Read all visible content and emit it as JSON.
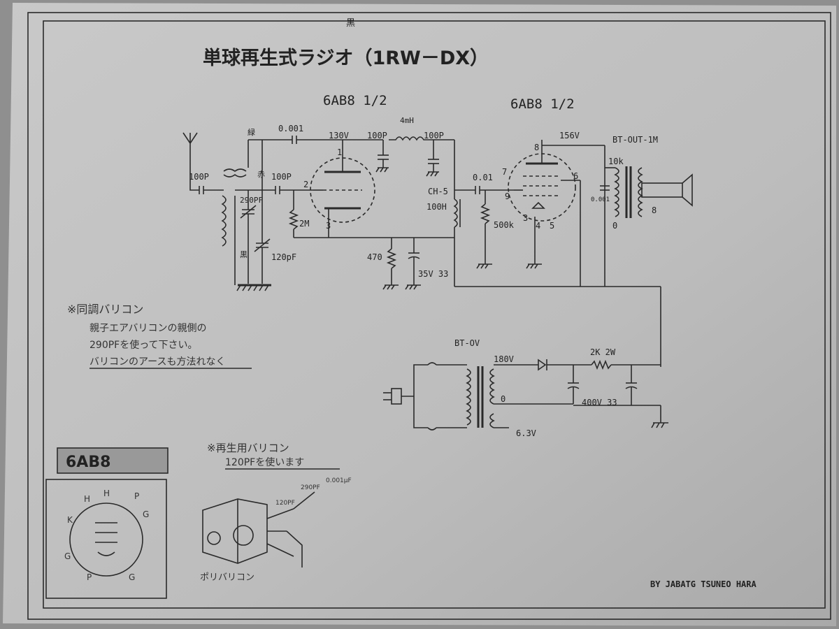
{
  "title": "単球再生式ラジオ（1RW－DX）",
  "top_mark": "黒",
  "tube_labels": [
    "6AB8 1/2",
    "6AB8 1/2"
  ],
  "parts": {
    "c_001": "0.001",
    "v130": "130V",
    "c100p_a": "100P",
    "coil_4mh": "4mH",
    "c100p_b": "100P",
    "c100p_ant": "100P",
    "c100p_grid": "100P",
    "green": "緑",
    "red": "赤",
    "black": "黒",
    "c290": "290PF",
    "r2m": "2M",
    "c120": "120pF",
    "ch5": "CH-5",
    "l100h": "100H",
    "c_01": "0.01",
    "r500k": "500k",
    "r470": "470",
    "c35v": "35V 33",
    "v156": "156V",
    "bt_out": "BT-OUT-1M",
    "r10k": "10k",
    "c_out": "0.001",
    "spk8": "8",
    "out0": "0",
    "bt_ov": "BT-OV",
    "v180": "180V",
    "r2k": "2K 2W",
    "pt0": "0",
    "c400": "400V 33",
    "v63": "6.3V"
  },
  "pins": {
    "p1": "1",
    "p2": "2",
    "p3": "3",
    "p7": "7",
    "p8": "8",
    "p6": "6",
    "p9": "9",
    "p3b": "3",
    "p4": "4",
    "p5": "5"
  },
  "note_tuning": {
    "title": "※同調バリコン",
    "line1": "親子エアバリコンの親側の",
    "line2": "290PFを使って下さい。",
    "line3": "バリコンのアースも方法れなく"
  },
  "note_regen": {
    "title": "※再生用バリコン",
    "line1": "120PFを使います"
  },
  "pinout": {
    "title": "6AB8",
    "labels": [
      "H",
      "H",
      "P",
      "K",
      "G",
      "G",
      "P",
      "G"
    ]
  },
  "varicon_label": "ポリバリコン",
  "sketch_labels": [
    "120PF",
    "290PF",
    "0.001μF"
  ],
  "credit": "BY JABATG TSUNEO HARA"
}
